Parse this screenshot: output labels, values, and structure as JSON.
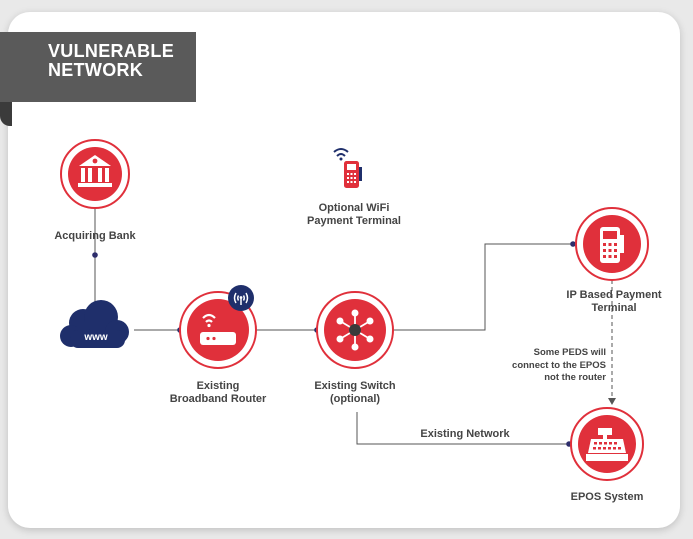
{
  "banner": {
    "lines": [
      "VULNERABLE",
      "NETWORK"
    ]
  },
  "nodes": {
    "acquiring_bank": {
      "label": "Acquiring Bank",
      "icon": "bank-icon"
    },
    "internet": {
      "label": "www",
      "icon": "cloud-icon"
    },
    "router": {
      "label_lines": [
        "Existing",
        "Broadband Router"
      ],
      "icon": "router-icon",
      "badge_icon": "wifi-antenna-icon"
    },
    "switch": {
      "label_lines": [
        "Existing Switch",
        "(optional)"
      ],
      "icon": "switch-hub-icon"
    },
    "wifi_terminal": {
      "label_lines": [
        "Optional WiFi",
        "Payment Terminal"
      ],
      "icon": "wireless-payment-terminal-icon"
    },
    "ip_terminal": {
      "label_lines": [
        "IP Based Payment",
        "Terminal"
      ],
      "icon": "payment-terminal-icon"
    },
    "epos": {
      "label": "EPOS System",
      "icon": "cash-register-icon"
    }
  },
  "connections": {
    "existing_network_label": "Existing Network",
    "peds_note_lines": [
      "Some PEDS will",
      "connect to the EPOS",
      "not the router"
    ]
  },
  "colors": {
    "accent": "#e0303b",
    "line": "#555555",
    "dot": "#2d2d6b",
    "navy": "#1f2f6b",
    "banner": "#5a5a5a"
  }
}
